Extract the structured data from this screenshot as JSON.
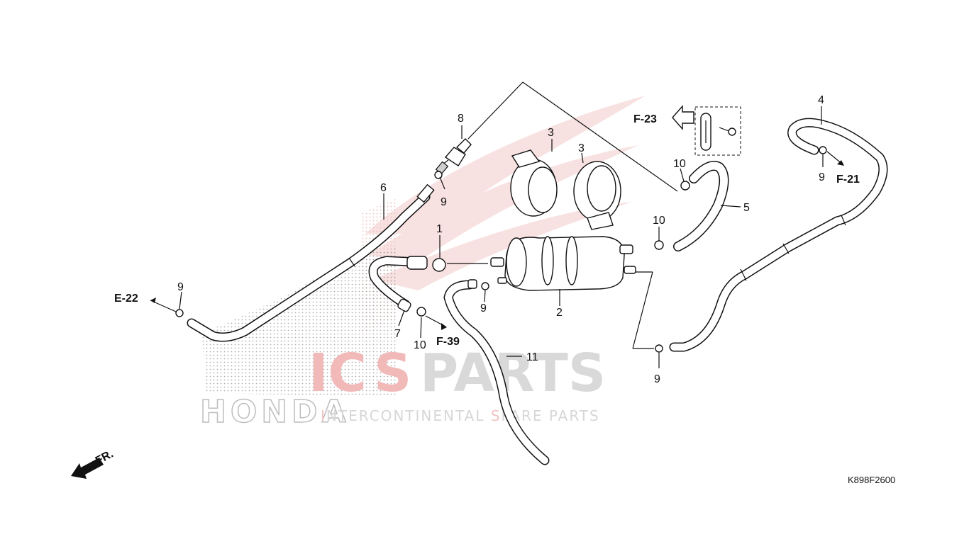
{
  "diagram_code": "K898F2600",
  "front_label": "FR.",
  "watermark": {
    "brand": "HONDA",
    "site_red": "IC",
    "site_red2": "S",
    "site_gray": "PARTS",
    "tagline_red1": "I",
    "tagline_gray1": "NTERCONTINENTAL ",
    "tagline_red2": "S",
    "tagline_gray2": "PARE PARTS"
  },
  "references": [
    {
      "id": "ref-e22",
      "text": "E-22"
    },
    {
      "id": "ref-f39",
      "text": "F-39"
    },
    {
      "id": "ref-f23",
      "text": "F-23"
    },
    {
      "id": "ref-f21",
      "text": "F-21"
    }
  ],
  "callouts": {
    "c1": "1",
    "c2": "2",
    "c3a": "3",
    "c3b": "3",
    "c4": "4",
    "c5": "5",
    "c6": "6",
    "c7": "7",
    "c8": "8",
    "c9a": "9",
    "c9b": "9",
    "c9c": "9",
    "c9d": "9",
    "c9e": "9",
    "c10a": "10",
    "c10b": "10",
    "c10c": "10",
    "c11": "11"
  },
  "colors": {
    "line": "#111111",
    "watermark_gray": "#d9d9d9",
    "watermark_red": "#f2b9b9"
  }
}
